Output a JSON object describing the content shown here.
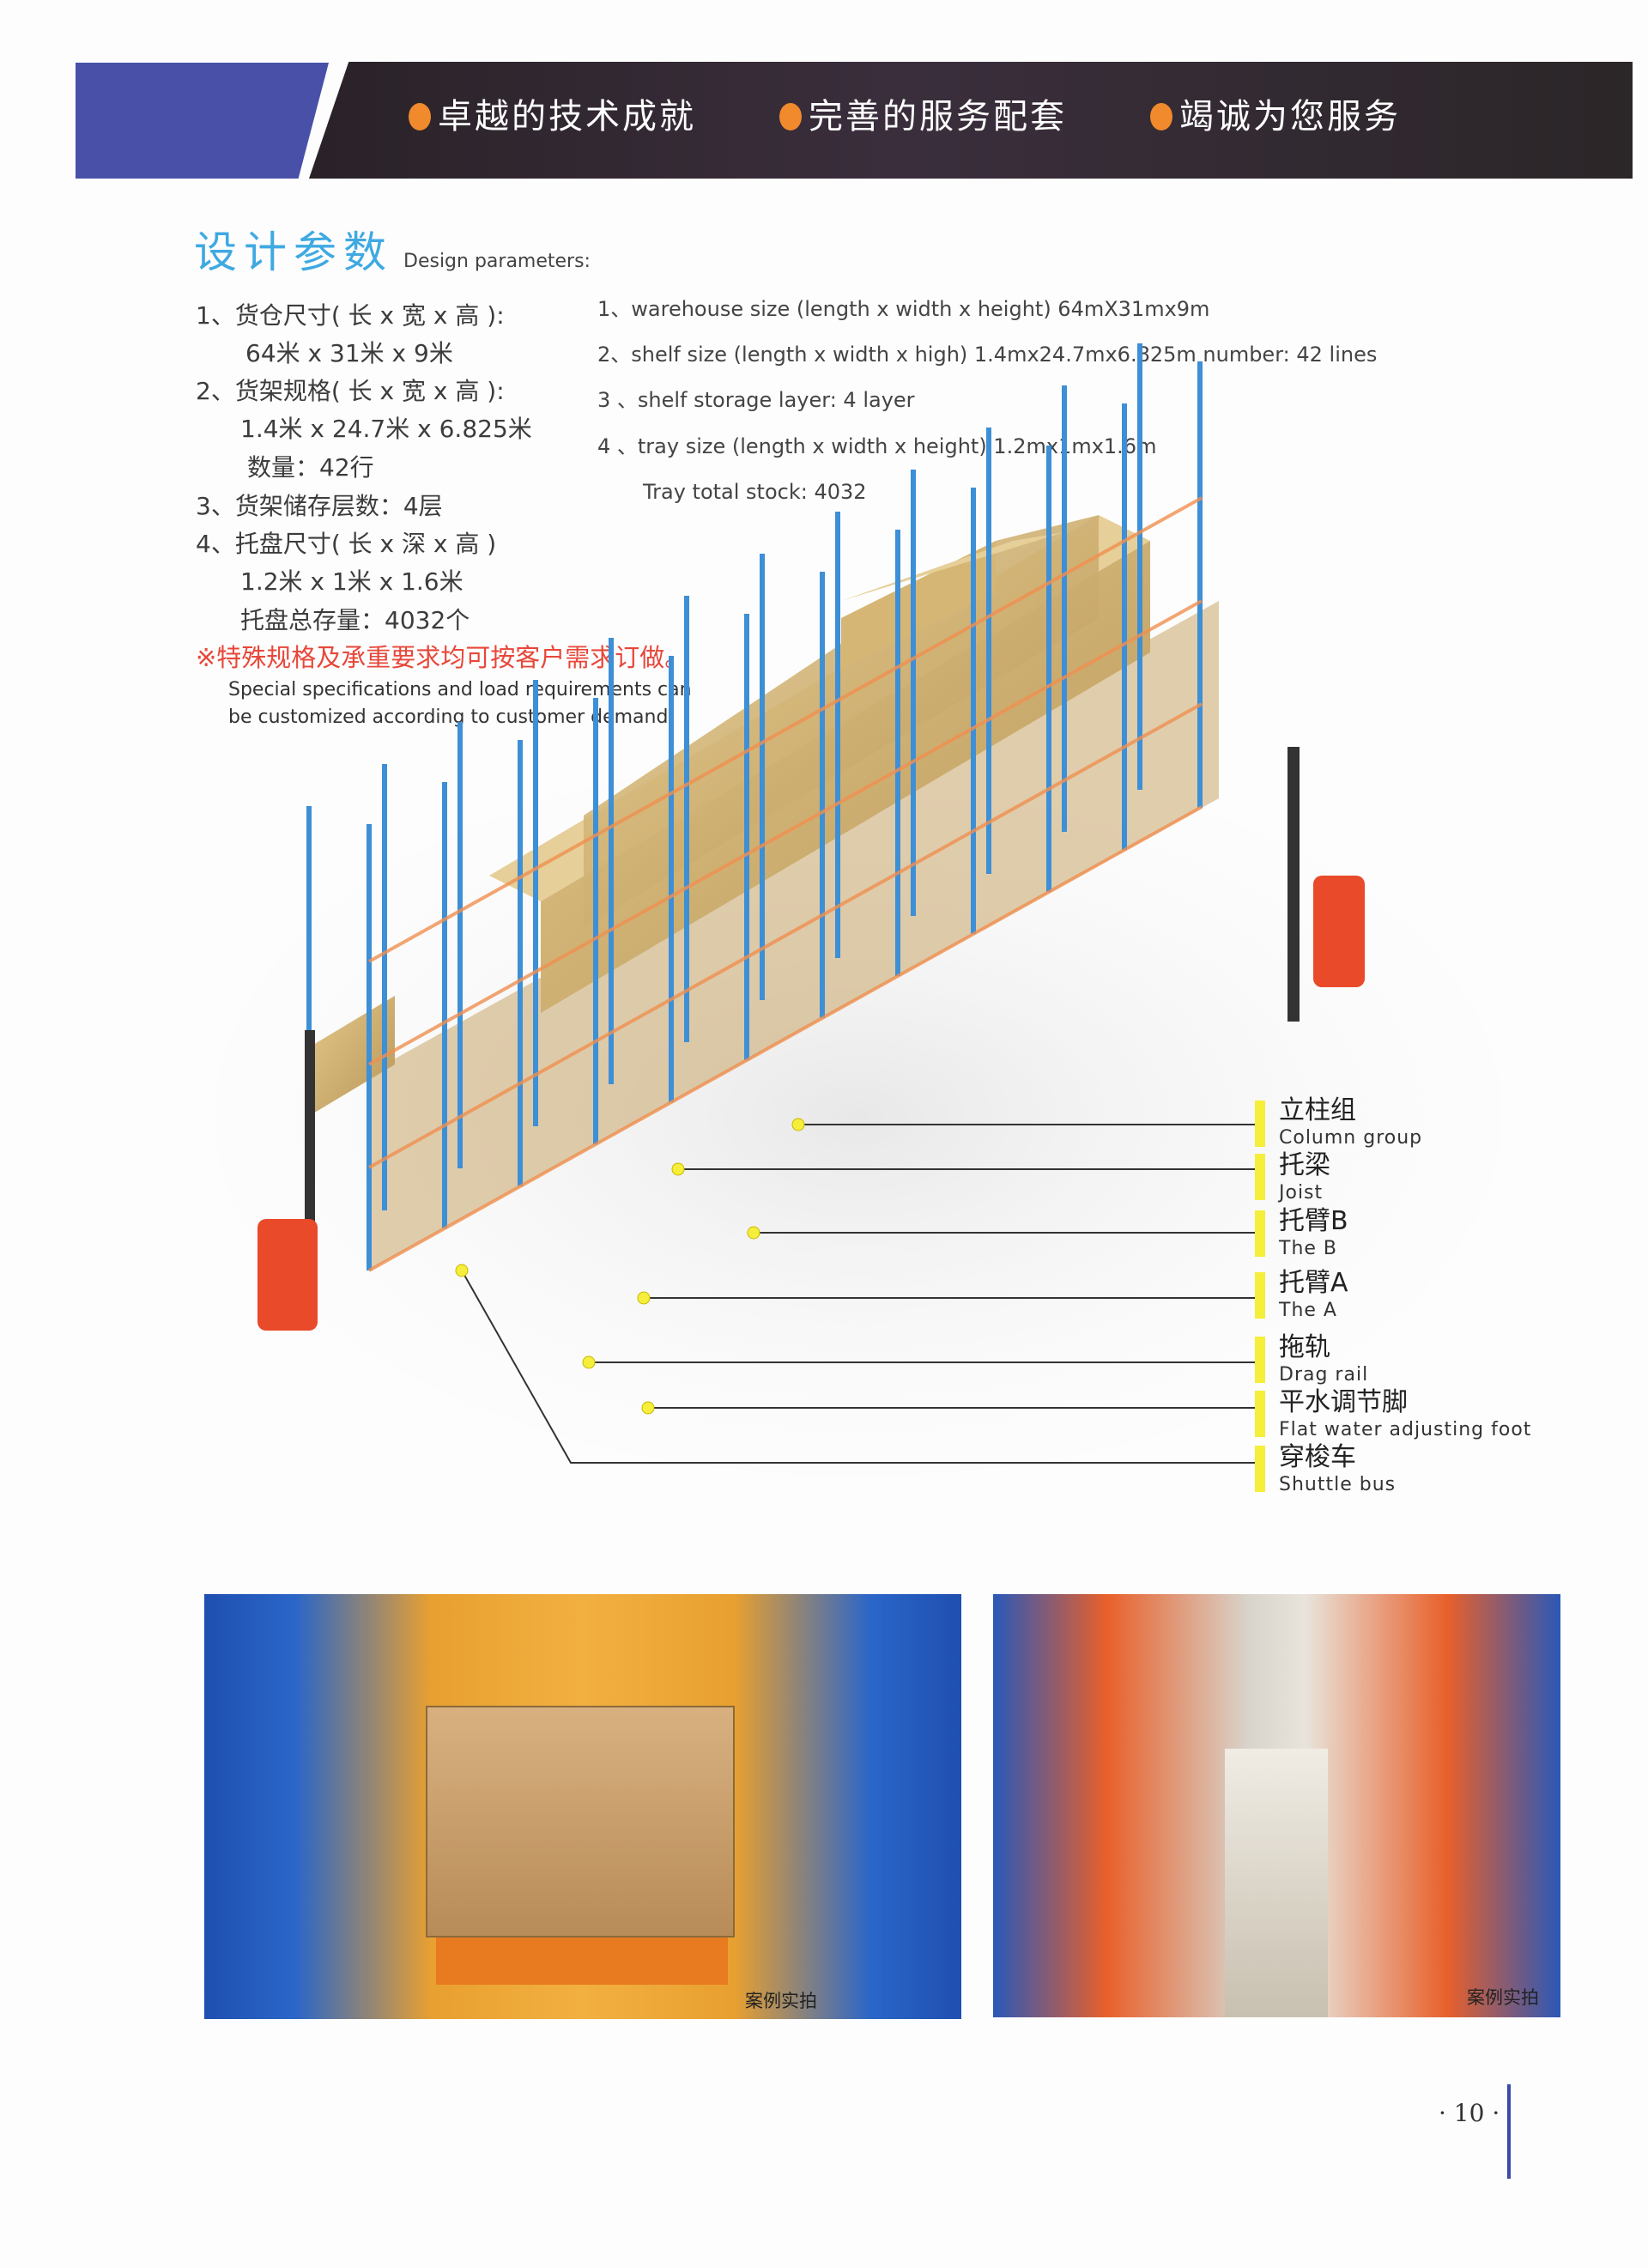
{
  "header": {
    "items": [
      "卓越的技术成就",
      "完善的服务配套",
      "竭诚为您服务"
    ],
    "accent": "#f08a2c",
    "blue": "#4850a8"
  },
  "section": {
    "title_cn": "设计参数",
    "title_en": "Design parameters:"
  },
  "params_cn": [
    "1、货仓尺寸( 长 x 宽 x 高 ):",
    "64米 x 31米 x 9米",
    "2、货架规格( 长 x 宽 x 高 ):",
    "1.4米 x 24.7米 x 6.825米",
    "数量：42行",
    "3、货架储存层数：4层",
    "4、托盘尺寸( 长 x 深 x 高 )",
    "1.2米 x 1米 x 1.6米",
    "托盘总存量：4032个"
  ],
  "params_en": [
    "1、warehouse size (length x width x height) 64mX31mx9m",
    "2、shelf size (length x width x high) 1.4mx24.7mx6.825m number: 42 lines",
    "3 、shelf storage layer: 4 layer",
    "4 、tray size (length x width x height) 1.2mx1mx1.6m",
    "Tray total stock: 4032"
  ],
  "note": {
    "cn": "※特殊规格及承重要求均可按客户需求订做。",
    "en1": "Special specifications and load requirements can",
    "en2": "be customized according to customer demand."
  },
  "labels": [
    {
      "cn": "立柱组",
      "en": "Column group"
    },
    {
      "cn": "托梁",
      "en": "Joist"
    },
    {
      "cn": "托臂B",
      "en": "The B"
    },
    {
      "cn": "托臂A",
      "en": "The A"
    },
    {
      "cn": "拖轨",
      "en": "Drag rail"
    },
    {
      "cn": "平水调节脚",
      "en": "Flat water adjusting foot"
    },
    {
      "cn": "穿梭车",
      "en": "Shuttle bus"
    }
  ],
  "photos": {
    "caption_left": "案例实拍",
    "caption_right": "案例实拍"
  },
  "page": {
    "number": "· 10 ·"
  }
}
